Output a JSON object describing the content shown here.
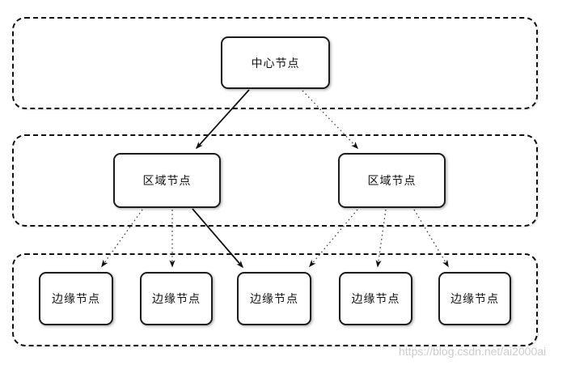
{
  "diagram": {
    "title": "",
    "nodes": {
      "center": {
        "label": "中心节点"
      },
      "regional_left": {
        "label": "区域节点"
      },
      "regional_right": {
        "label": "区域节点"
      },
      "edge_1": {
        "label": "边缘节点"
      },
      "edge_2": {
        "label": "边缘节点"
      },
      "edge_3": {
        "label": "边缘节点"
      },
      "edge_4": {
        "label": "边缘节点"
      },
      "edge_5": {
        "label": "边缘节点"
      }
    },
    "tiers": [
      {
        "name": "core-tier",
        "contains": [
          "center"
        ]
      },
      {
        "name": "regional-tier",
        "contains": [
          "regional_left",
          "regional_right"
        ]
      },
      {
        "name": "edge-tier",
        "contains": [
          "edge_1",
          "edge_2",
          "edge_3",
          "edge_4",
          "edge_5"
        ]
      }
    ],
    "edges": [
      {
        "from": "center",
        "to": "regional_left",
        "style": "solid"
      },
      {
        "from": "center",
        "to": "regional_right",
        "style": "dotted"
      },
      {
        "from": "regional_left",
        "to": "edge_1",
        "style": "dotted"
      },
      {
        "from": "regional_left",
        "to": "edge_2",
        "style": "dotted"
      },
      {
        "from": "regional_left",
        "to": "edge_3",
        "style": "solid"
      },
      {
        "from": "regional_right",
        "to": "edge_3",
        "style": "dotted"
      },
      {
        "from": "regional_right",
        "to": "edge_4",
        "style": "dotted"
      },
      {
        "from": "regional_right",
        "to": "edge_5",
        "style": "dotted"
      }
    ],
    "colors": {
      "stroke": "#111111",
      "node_fill": "#ffffff",
      "watermark": "#cccccc"
    }
  },
  "watermark": {
    "text": "https://blog.csdn.net/ai2000ai"
  }
}
